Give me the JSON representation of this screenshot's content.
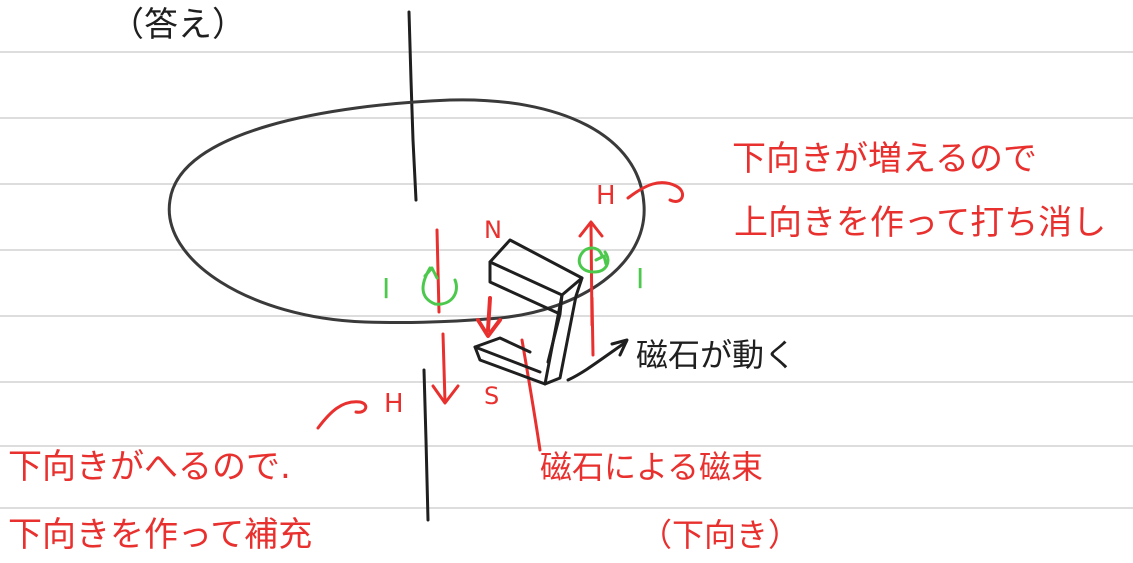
{
  "heading": "（答え）",
  "colors": {
    "ink": "#1f1f1f",
    "red": "#e8302e",
    "green": "#4cc94c",
    "rule": "#dddddd",
    "magnet_fill": "#ffffff"
  },
  "labels": {
    "magnet_north": "N",
    "magnet_south": "S",
    "field_upper": "H",
    "field_lower": "H",
    "current_left": "I",
    "current_right": "I"
  },
  "notes": {
    "upper_right_line1": "下向きが増えるので",
    "upper_right_line2": "上向きを作って打ち消し",
    "magnet_moves": "磁石が動く",
    "magnet_field_line1": "磁石による磁束",
    "magnet_field_line2": "（下向き）",
    "lower_left_line1": "下向きがへるので.",
    "lower_left_line2": "下向きを作って補充"
  },
  "icons": [
    "current-loop-arrow-icon",
    "pointer-arrow-icon"
  ]
}
